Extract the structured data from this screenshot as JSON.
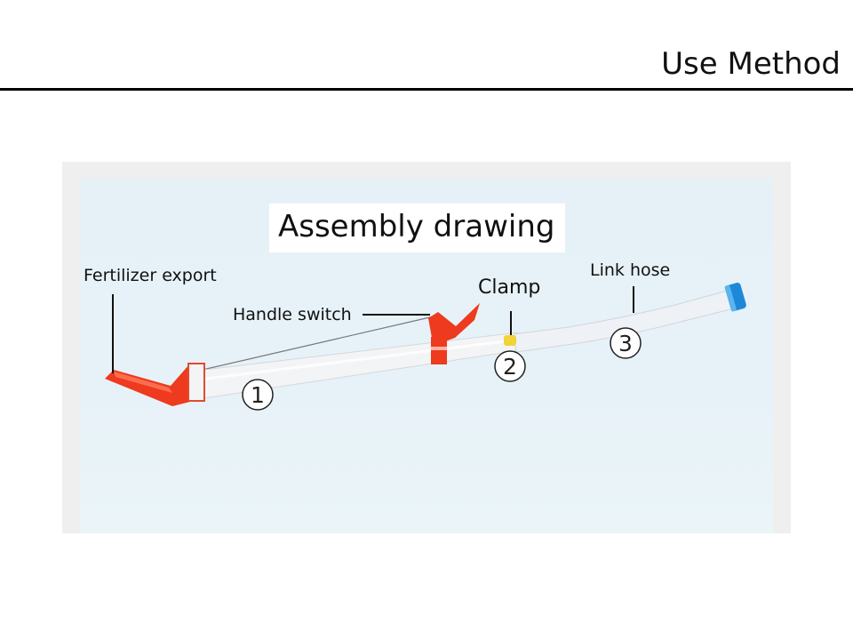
{
  "header": {
    "title": "Use Method"
  },
  "figure": {
    "title": "Assembly drawing",
    "labels": {
      "fertilizer_export": "Fertilizer export",
      "handle_switch": "Handle switch",
      "clamp": "Clamp",
      "link_hose": "Link hose"
    },
    "markers": [
      "1",
      "2",
      "3"
    ],
    "colors": {
      "nozzle": "#ee3a1e",
      "cap": "#1e88d8",
      "clamp": "#f2d43a",
      "tube": "#f3f4f6"
    }
  }
}
